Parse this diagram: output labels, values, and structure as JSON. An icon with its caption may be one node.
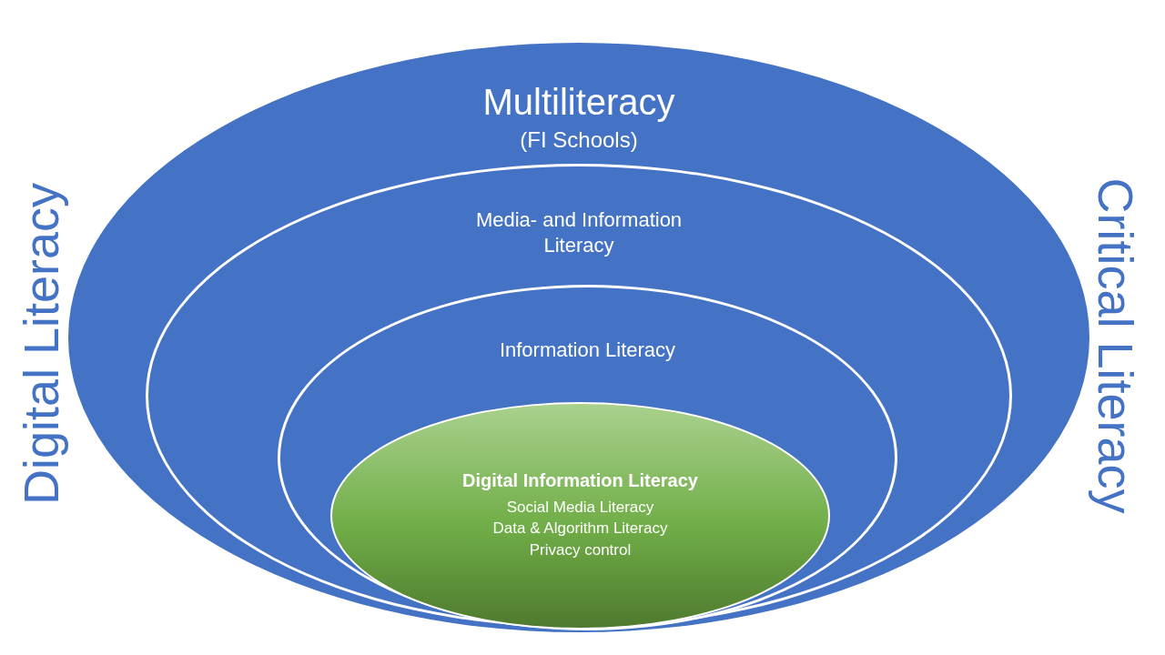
{
  "diagram": {
    "nodes": [
      {
        "text": [
          "Multiliteracy",
          "(FI Schools)"
        ]
      },
      {
        "text": [
          "Media- and Information Literacy"
        ],
        "in": 0
      },
      {
        "text": [
          "Information Literacy"
        ],
        "in": 1
      },
      {
        "text": [
          "Digital Information Literacy",
          "Social Media Literacy",
          "Data & Algorithm Literacy",
          "Privacy control"
        ],
        "in": 2
      }
    ],
    "labels": [
      "Digital Literacy",
      "Critical Literacy"
    ]
  }
}
